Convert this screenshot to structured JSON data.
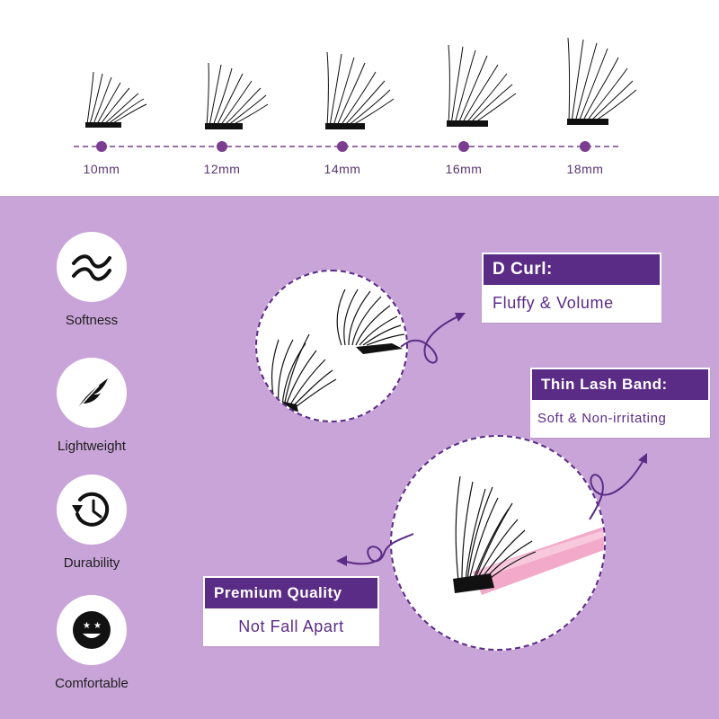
{
  "sizes": [
    "10mm",
    "12mm",
    "14mm",
    "16mm",
    "18mm"
  ],
  "features": [
    {
      "label": "Softness",
      "icon": "wave-icon"
    },
    {
      "label": "Lightweight",
      "icon": "feather-icon"
    },
    {
      "label": "Durability",
      "icon": "history-icon"
    },
    {
      "label": "Comfortable",
      "icon": "smiley-icon"
    }
  ],
  "callouts": {
    "curl": {
      "title": "D Curl:",
      "text": "Fluffy & Volume"
    },
    "band": {
      "title": "Thin Lash Band:",
      "text": "Soft & Non-irritating"
    },
    "quality": {
      "title": "Premium Quality",
      "text": "Not Fall Apart"
    }
  },
  "colors": {
    "accent": "#5b2c86",
    "background": "#c9a4d8",
    "dot": "#7a3d8f"
  }
}
